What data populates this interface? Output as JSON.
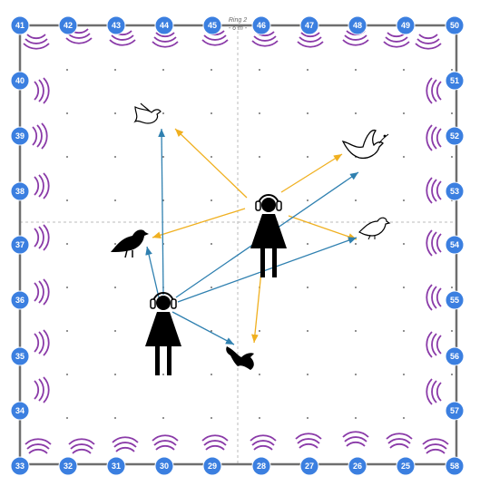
{
  "ring": {
    "name": "Ring 2",
    "sub": "- 6 m -"
  },
  "nodes_top": [
    "41",
    "42",
    "43",
    "44",
    "45",
    "46",
    "47",
    "48",
    "49",
    "50"
  ],
  "nodes_right": [
    "51",
    "52",
    "53",
    "54",
    "55",
    "56",
    "57"
  ],
  "nodes_bottom": [
    "33",
    "32",
    "31",
    "30",
    "29",
    "28",
    "27",
    "26",
    "25",
    "58"
  ],
  "nodes_left": [
    "40",
    "39",
    "38",
    "37",
    "36",
    "35",
    "34"
  ],
  "colors": {
    "node_fill": "#3b7fe0",
    "speaker": "#8a3aa8",
    "frame": "#6e6e6e",
    "arrow_blue": "#2f80b0",
    "arrow_yellow": "#f0b020"
  },
  "icons": {
    "speaker": "speaker-arc-icon",
    "listener": "listener-with-headphones-icon",
    "birds": [
      "dove-outline-icon",
      "crow-black-icon",
      "peace-dove-outline-icon",
      "small-bird-outline-icon",
      "eagle-black-icon"
    ]
  }
}
